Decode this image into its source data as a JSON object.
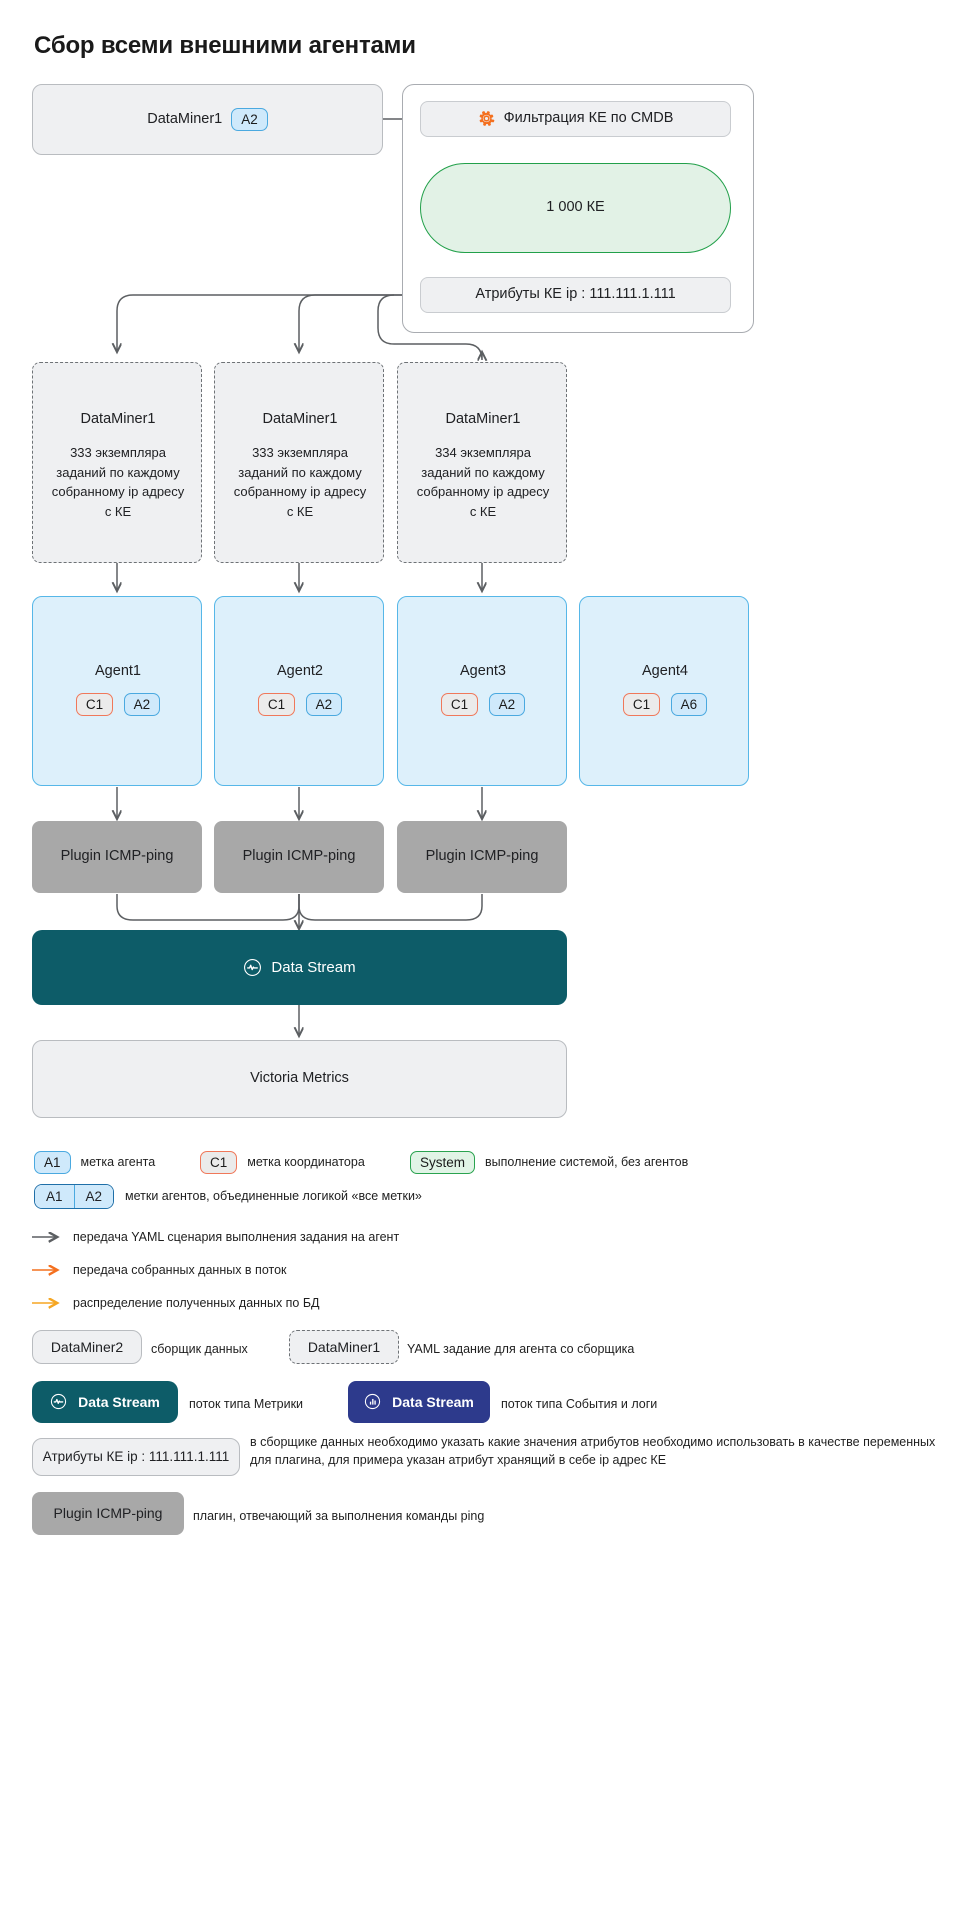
{
  "title": "Сбор всеми внешними агентами",
  "colors": {
    "grey_fill": "#eff0f2",
    "blue_fill": "#ddf0fb",
    "blue_border": "#56b7e8",
    "green_fill": "#e2f2e6",
    "green_border": "#22a04a",
    "teal": "#0d5c68",
    "navy": "#2d3a8c",
    "plugin_grey": "#a8a8a8",
    "orange": "#f4701f",
    "amber": "#f5a623",
    "coordinator_border": "#f0785a",
    "agent_border": "#4aa9e0"
  },
  "diagram": {
    "source_node": {
      "label": "DataMiner1",
      "chip": "A2"
    },
    "filter_group": {
      "filter_step": {
        "icon": "gear-icon",
        "label": "Фильтрация КЕ по CMDB"
      },
      "count_node": {
        "label": "1 000 КЕ"
      },
      "attributes_node": {
        "label": "Атрибуты КЕ ip : 111.111.1.111"
      }
    },
    "tasks": [
      {
        "title": "DataMiner1",
        "desc": "333 экземпляра заданий по каждому собранному ip адресу с КЕ"
      },
      {
        "title": "DataMiner1",
        "desc": "333 экземпляра заданий по каждому собранному ip адресу с КЕ"
      },
      {
        "title": "DataMiner1",
        "desc": "334 экземпляра заданий по каждому собранному ip адресу с КЕ"
      }
    ],
    "agents": [
      {
        "name": "Agent1",
        "chips": [
          "C1",
          "A2"
        ]
      },
      {
        "name": "Agent2",
        "chips": [
          "C1",
          "A2"
        ]
      },
      {
        "name": "Agent3",
        "chips": [
          "C1",
          "A2"
        ]
      },
      {
        "name": "Agent4",
        "chips": [
          "C1",
          "A6"
        ]
      }
    ],
    "plugins": [
      {
        "label": "Plugin ICMP-ping"
      },
      {
        "label": "Plugin ICMP-ping"
      },
      {
        "label": "Plugin ICMP-ping"
      }
    ],
    "data_stream": {
      "label": "Data Stream",
      "icon": "metrics-pulse-icon"
    },
    "storage": {
      "label": "Victoria Metrics"
    }
  },
  "legend": {
    "chips_row1": [
      {
        "chip": "A1",
        "kind": "agent",
        "text": "метка агента"
      },
      {
        "chip": "C1",
        "kind": "coordinator",
        "text": "метка координатора"
      },
      {
        "chip": "System",
        "kind": "system",
        "text": "выполнение системой, без агентов"
      }
    ],
    "chips_row2": {
      "chips": [
        "A1",
        "A2"
      ],
      "text": "метки агентов, объединенные логикой «все метки»"
    },
    "arrows": [
      {
        "color": "#5c5f62",
        "text": "передача YAML сценария выполнения задания на агент"
      },
      {
        "color": "#f4701f",
        "text": "передача собранных данных в поток"
      },
      {
        "color": "#f5a623",
        "text": "распределение полученных данных по БД"
      }
    ],
    "boxes_row": [
      {
        "box": "DataMiner2",
        "style": "solid",
        "text": "сборщик данных"
      },
      {
        "box": "DataMiner1",
        "style": "dashed",
        "text": "YAML задание для агента со сборщика"
      }
    ],
    "streams_row": [
      {
        "box": "Data Stream",
        "icon": "metrics-pulse-icon",
        "style": "teal",
        "text": "поток типа Метрики"
      },
      {
        "box": "Data Stream",
        "icon": "bar-chart-icon",
        "style": "navy",
        "text": "поток типа События и логи"
      }
    ],
    "attributes_row": {
      "box": "Атрибуты КЕ ip : 111.111.1.111",
      "text": "в сборщике данных необходимо указать какие значения атрибутов необходимо использовать в качестве переменных для плагина, для примера указан атрибут хранящий в себе ip адрес КЕ"
    },
    "plugin_row": {
      "box": "Plugin ICMP-ping",
      "text": "плагин, отвечающий за выполнения команды ping"
    }
  }
}
